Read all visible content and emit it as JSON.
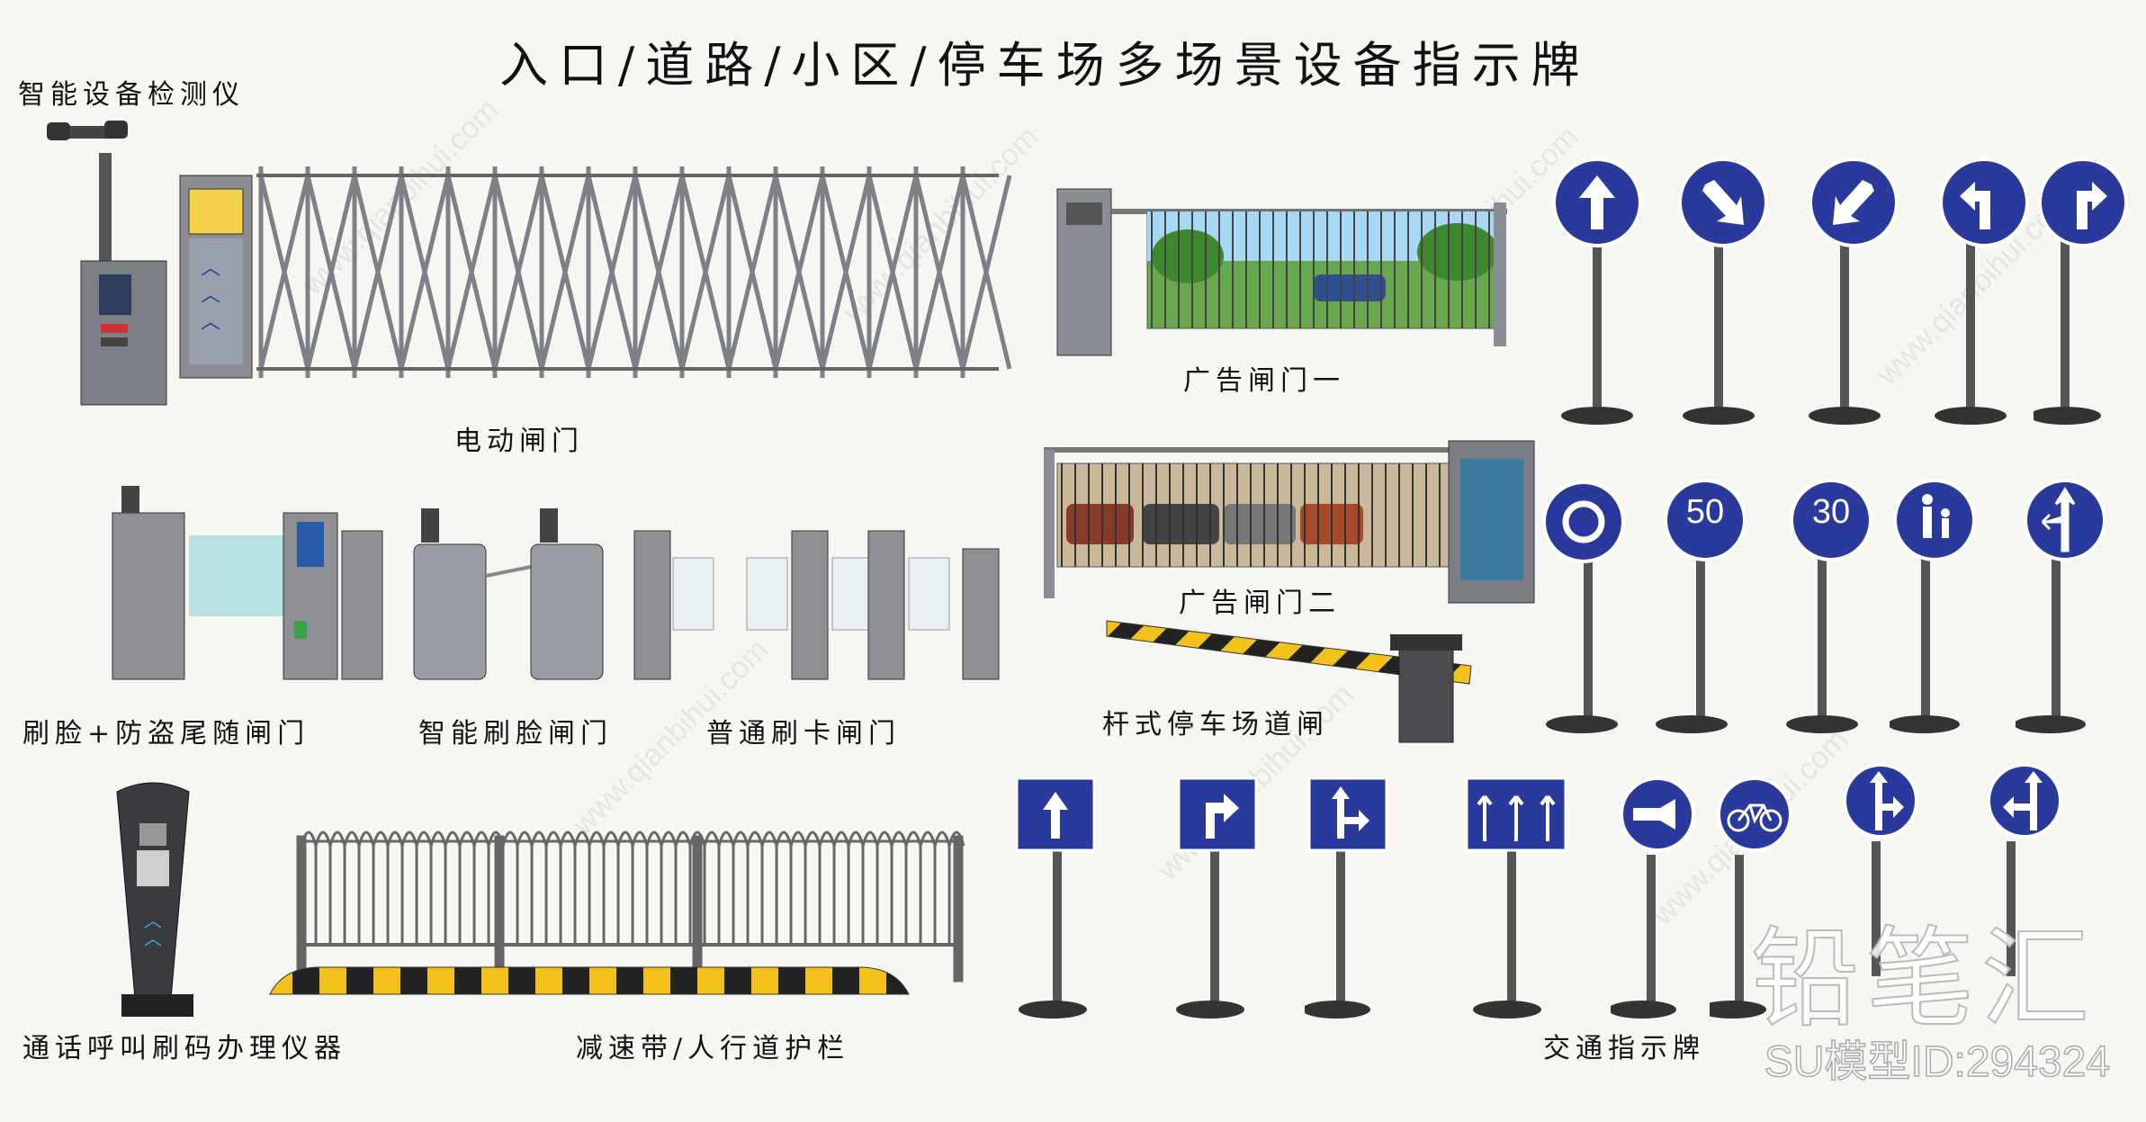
{
  "title": "入口/道路/小区/停车场多场景设备指示牌",
  "labels": {
    "detector": "智能设备检测仪",
    "electric_gate": "电动闸门",
    "ad_gate_1": "广告闸门一",
    "ad_gate_2": "广告闸门二",
    "face_tailgate": "刷脸+防盗尾随闸门",
    "smart_face_gate": "智能刷脸闸门",
    "card_gate": "普通刷卡闸门",
    "barrier_gate": "杆式停车场道闸",
    "intercom": "通话呼叫刷码办理仪器",
    "speed_bump_fence": "减速带/人行道护栏",
    "traffic_signs": "交通指示牌"
  },
  "signs": {
    "speed_50": "50",
    "speed_30": "30"
  },
  "watermark": {
    "brand": "铅笔汇",
    "model_id": "SU模型ID:294324",
    "site": "www.qianbihui.com"
  },
  "colors": {
    "sign_blue": "#2a3a9c",
    "barrier_yellow": "#f2c21b",
    "gate_grey": "#8d8f95"
  }
}
